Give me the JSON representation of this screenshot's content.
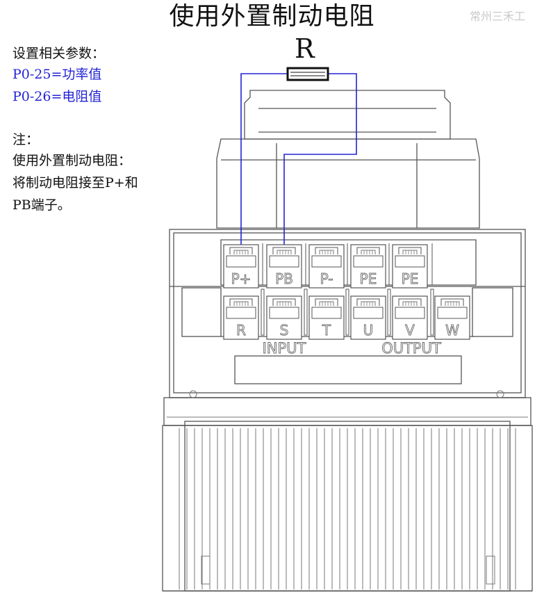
{
  "title": "使用外置制动电阻",
  "watermark": "常州三禾工",
  "resistor_label": "R",
  "notes": {
    "params_heading": "设置相关参数：",
    "param_1": "P0-25=功率值",
    "param_2": "P0-26=电阻值",
    "note_heading": "注：",
    "note_line_1": "使用外置制动电阻：",
    "note_line_2": "将制动电阻接至P+和",
    "note_line_3": "PB端子。"
  },
  "terminals_top": [
    "P+",
    "PB",
    "P-",
    "PE",
    "PE"
  ],
  "terminals_bottom": [
    "R",
    "S",
    "T",
    "U",
    "V",
    "W"
  ],
  "group_labels": {
    "input": "INPUT",
    "output": "OUTPUT"
  },
  "colors": {
    "wire": "#2323d6",
    "outline": "#555555",
    "text": "#111111"
  }
}
